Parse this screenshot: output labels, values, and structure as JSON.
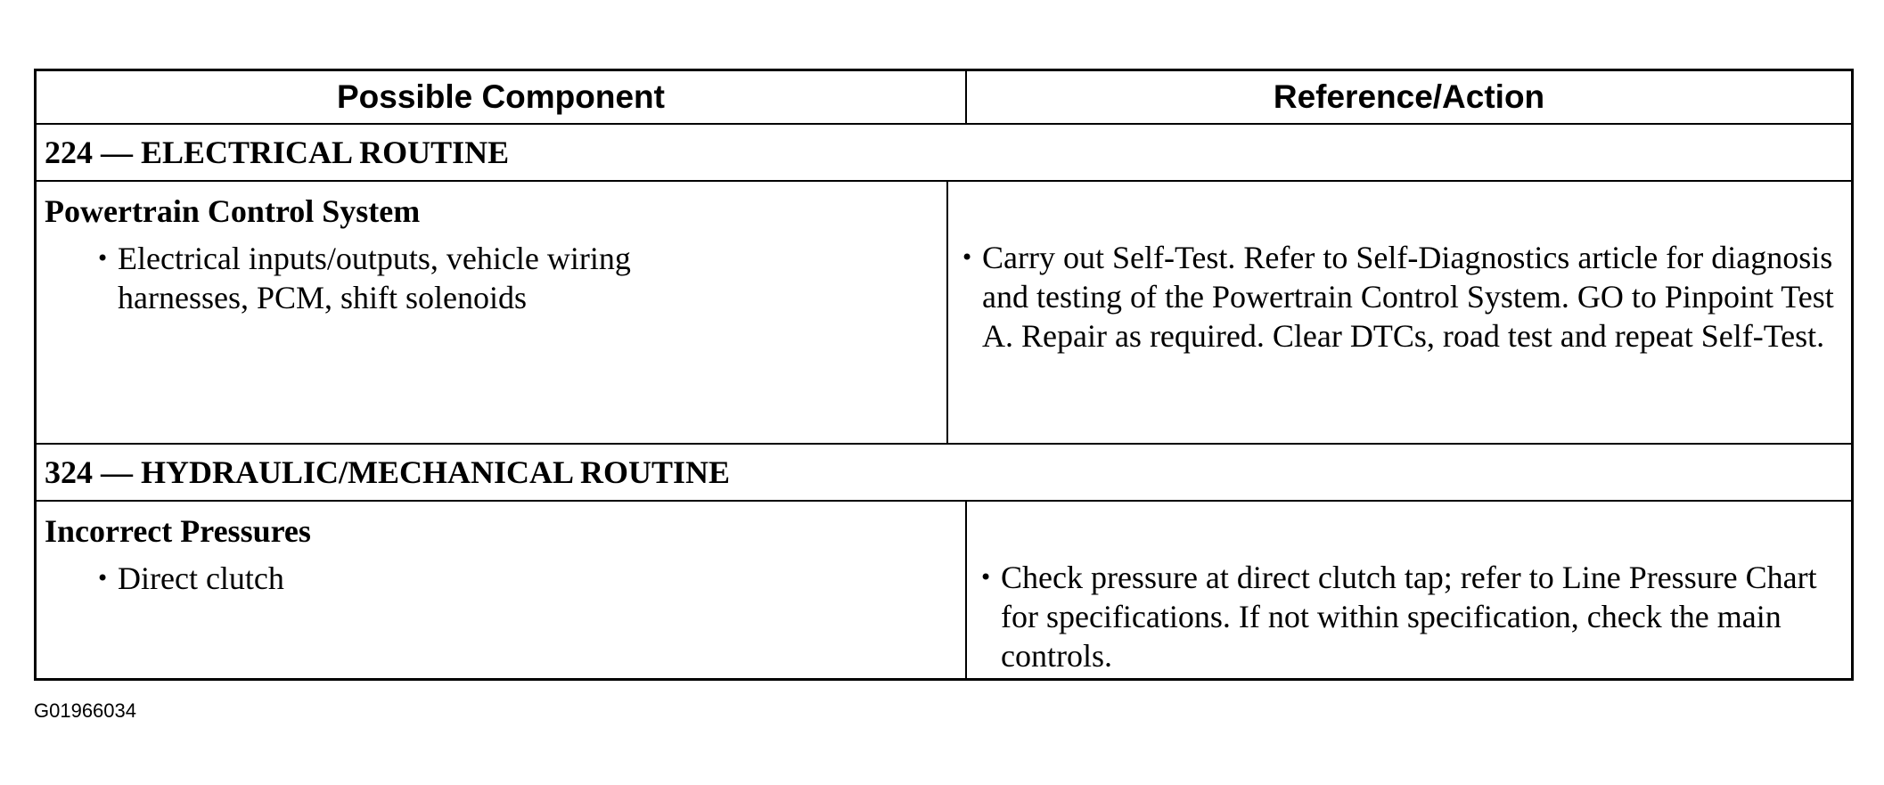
{
  "table": {
    "header": {
      "left": "Possible Component",
      "right": "Reference/Action"
    },
    "sections": [
      {
        "title": "224 — ELECTRICAL ROUTINE",
        "component": "Powertrain Control System",
        "items": [
          "Electrical inputs/outputs, vehicle wiring harnesses, PCM, shift solenoids"
        ],
        "action": "Carry out Self-Test. Refer to Self-Diagnostics article for diagnosis and testing of the Powertrain Control System. GO to Pinpoint Test A. Repair as required. Clear DTCs, road test and repeat Self-Test."
      },
      {
        "title": "324 — HYDRAULIC/MECHANICAL ROUTINE",
        "component": "Incorrect Pressures",
        "items": [
          "Direct clutch"
        ],
        "action": "Check pressure at direct clutch tap; refer to Line Pressure Chart for specifications. If not within specification, check the main controls."
      }
    ],
    "bullet_glyph": "•"
  },
  "figure_id": "G01966034"
}
